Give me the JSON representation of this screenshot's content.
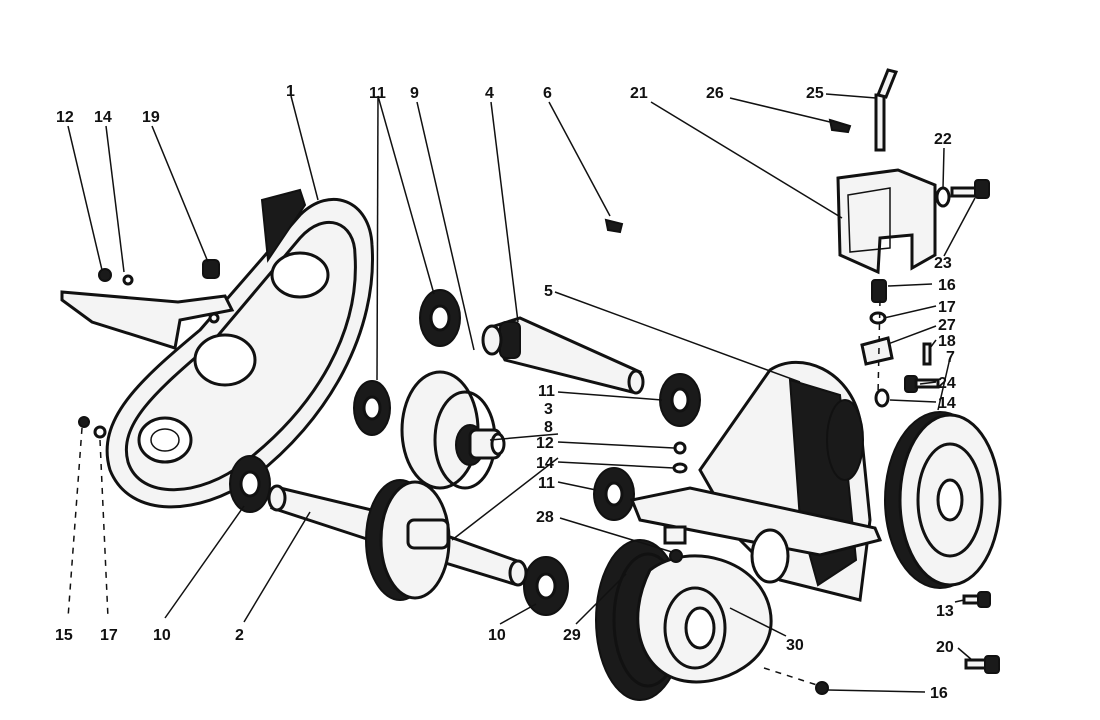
{
  "labels": [
    {
      "id": "c1",
      "text": "12"
    },
    {
      "id": "c2",
      "text": "14"
    },
    {
      "id": "c3",
      "text": "19"
    },
    {
      "id": "c4",
      "text": "1"
    },
    {
      "id": "c5",
      "text": "11"
    },
    {
      "id": "c6",
      "text": "9"
    },
    {
      "id": "c7",
      "text": "4"
    },
    {
      "id": "c8",
      "text": "6"
    },
    {
      "id": "c9",
      "text": "21"
    },
    {
      "id": "c10",
      "text": "26"
    },
    {
      "id": "c11",
      "text": "25"
    },
    {
      "id": "c12",
      "text": "22"
    },
    {
      "id": "c13",
      "text": "23"
    },
    {
      "id": "c14",
      "text": "16"
    },
    {
      "id": "c15",
      "text": "17"
    },
    {
      "id": "c16",
      "text": "27"
    },
    {
      "id": "c17",
      "text": "18"
    },
    {
      "id": "c18",
      "text": "7"
    },
    {
      "id": "c19",
      "text": "24"
    },
    {
      "id": "c20",
      "text": "14"
    },
    {
      "id": "c21",
      "text": "5"
    },
    {
      "id": "c22",
      "text": "11"
    },
    {
      "id": "c23",
      "text": "3"
    },
    {
      "id": "c24",
      "text": "8"
    },
    {
      "id": "c25",
      "text": "12"
    },
    {
      "id": "c26",
      "text": "14"
    },
    {
      "id": "c27",
      "text": "11"
    },
    {
      "id": "c28",
      "text": "28"
    },
    {
      "id": "c29",
      "text": "15"
    },
    {
      "id": "c30",
      "text": "17"
    },
    {
      "id": "c31",
      "text": "10"
    },
    {
      "id": "c32",
      "text": "2"
    },
    {
      "id": "c33",
      "text": "10"
    },
    {
      "id": "c34",
      "text": "29"
    },
    {
      "id": "c35",
      "text": "30"
    },
    {
      "id": "c36",
      "text": "13"
    },
    {
      "id": "c37",
      "text": "20"
    },
    {
      "id": "c38",
      "text": "16"
    }
  ]
}
